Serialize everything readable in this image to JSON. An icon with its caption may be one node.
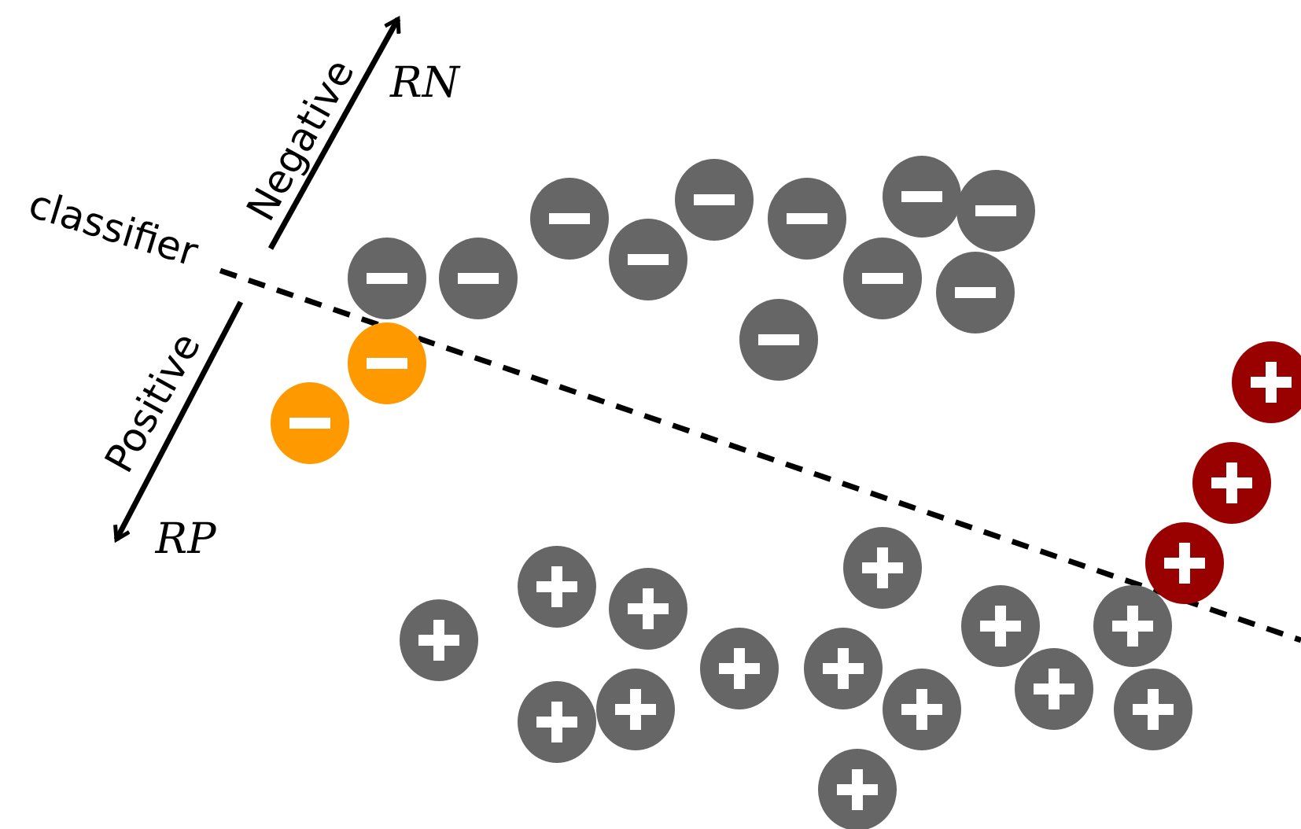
{
  "diagram": {
    "labels": [
      "RN",
      "Negative",
      "classifier",
      "Positive",
      "RP"
    ]
  }
}
